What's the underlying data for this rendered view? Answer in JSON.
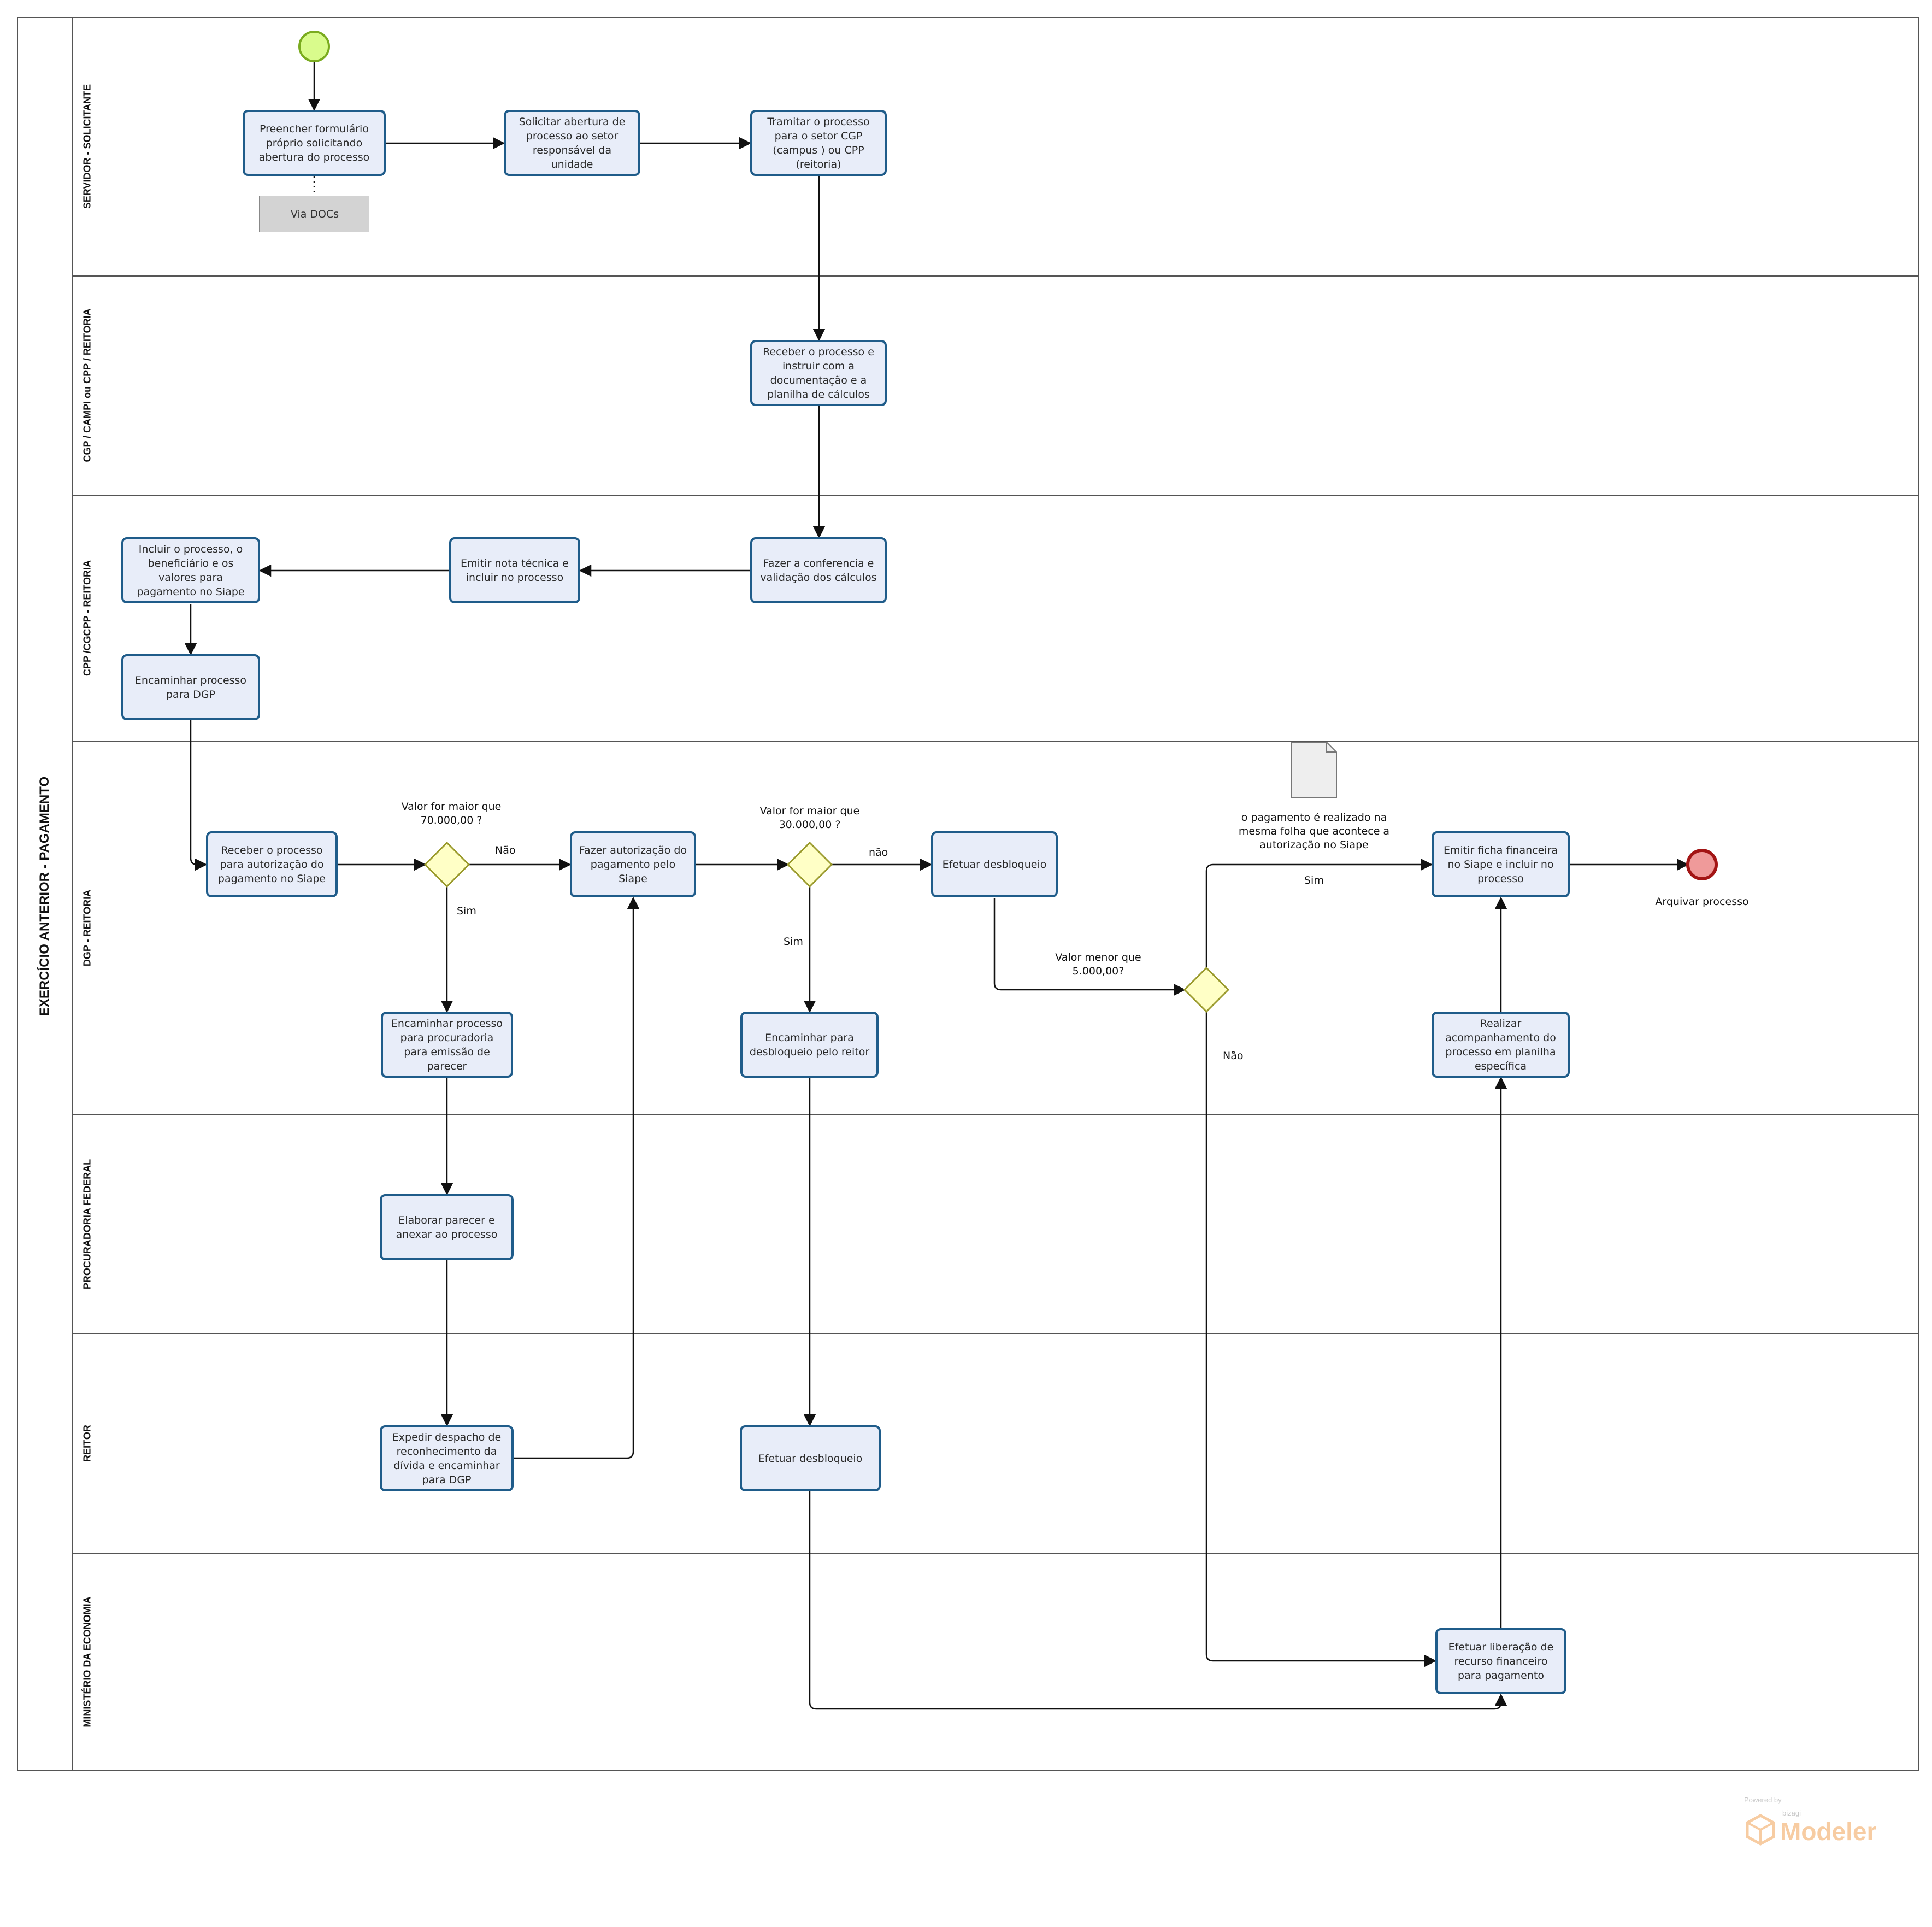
{
  "pool": {
    "title": "EXERCÍCIO ANTERIOR - PAGAMENTO"
  },
  "lanes": [
    {
      "label": "SERVIDOR - SOLICITANTE"
    },
    {
      "label": "CGP / CAMPI ou CPP / REITORIA"
    },
    {
      "label": "CPP /CGCPP - REITORIA"
    },
    {
      "label": "DGP - REITORIA"
    },
    {
      "label": "PROCURADORIA FEDERAL"
    },
    {
      "label": "REITOR"
    },
    {
      "label": "MINISTÉRIO DA ECONOMIA"
    }
  ],
  "tasks": {
    "preencher": "Preencher formulário próprio solicitando abertura do processo",
    "solicitar": "Solicitar abertura de processo ao setor responsável da unidade",
    "tramitar": "Tramitar o processo para o setor CGP (campus ) ou CPP (reitoria)",
    "receber_instruir": "Receber o processo e instruir com a documentação e a planilha de cálculos",
    "conferencia": "Fazer a conferencia e validação dos cálculos",
    "nota_tecnica": "Emitir nota técnica e incluir no processo",
    "incluir_siape": "Incluir o processo, o beneficiário e os valores para pagamento no Siape",
    "encaminhar_dgp": "Encaminhar processo para DGP",
    "receber_autorizacao": "Receber o processo para autorização do pagamento no Siape",
    "fazer_autorizacao": "Fazer autorização do pagamento pelo Siape",
    "efetuar_desbloqueio_dgp": "Efetuar desbloqueio",
    "emitir_ficha": "Emitir ficha financeira no Siape e incluir no processo",
    "encaminhar_procuradoria": "Encaminhar processo para procuradoria para emissão de parecer",
    "encaminhar_desbloqueio": "Encaminhar para desbloqueio pelo reitor",
    "acompanhamento": "Realizar acompanhamento do processo em planilha específica",
    "elaborar_parecer": "Elaborar parecer e anexar ao processo",
    "expedir_despacho": "Expedir despacho de reconhecimento da dívida e encaminhar para DGP",
    "efetuar_desbloqueio_reitor": "Efetuar desbloqueio",
    "liberacao_recurso": "Efetuar liberação de recurso financeiro para pagamento"
  },
  "annotation": {
    "via_docs": "Via DOCs"
  },
  "gateway_labels": {
    "g1": "Valor for maior que 70.000,00 ?",
    "g2": "Valor for maior que 30.000,00 ?",
    "g3": "Valor menor que 5.000,00?"
  },
  "flow_labels": {
    "g1_nao": "Não",
    "g1_sim": "Sim",
    "g2_nao": "não",
    "g2_sim": "Sim",
    "g3_sim": "Sim",
    "g3_nao": "Não"
  },
  "notes": {
    "mesma_folha": "o pagamento é realizado na mesma folha que acontece a autorização no Siape"
  },
  "end_event": {
    "label": "Arquivar processo"
  },
  "watermark": {
    "powered_by": "Powered by",
    "brand": "bizagi",
    "product": "Modeler"
  },
  "colors": {
    "task_fill": "#e8edf9",
    "task_border": "#1f5c8a",
    "start_fill": "#d9fb8c",
    "start_border": "#7aab1f",
    "end_fill": "#ef9a9a",
    "end_border": "#a31515",
    "gateway_fill": "#ffffc6",
    "gateway_border": "#9a9a2c"
  }
}
